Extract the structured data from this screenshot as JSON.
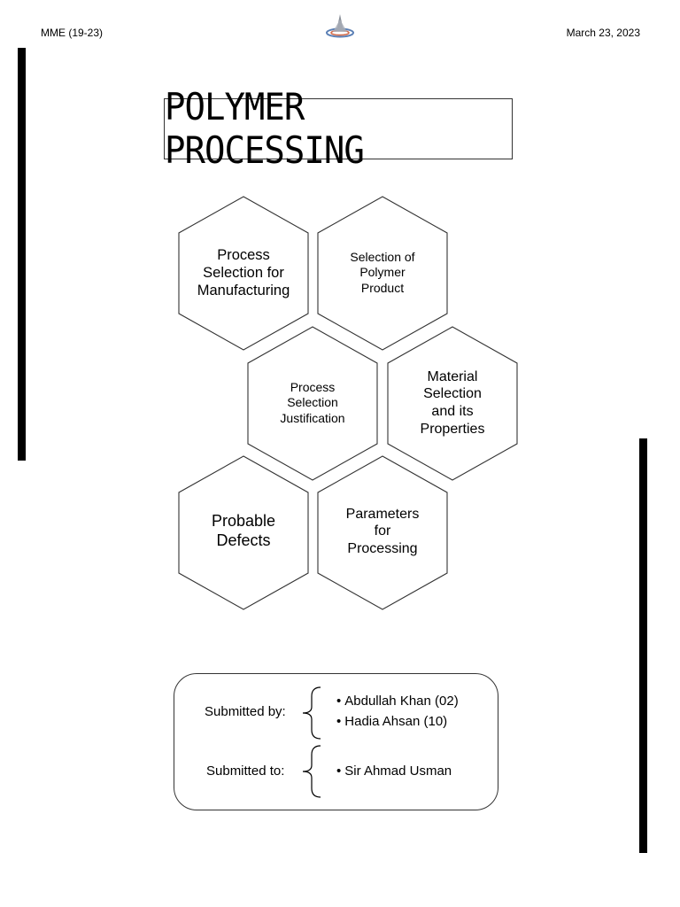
{
  "header": {
    "left": "MME (19-23)",
    "right": "March 23, 2023",
    "logo_icon": "university-emblem-icon"
  },
  "title": "POLYMER PROCESSING",
  "hexagons": [
    {
      "id": "process-selection-manufacturing",
      "label": "Process\nSelection for\nManufacturing"
    },
    {
      "id": "selection-polymer-product",
      "label": "Selection of\nPolymer\nProduct"
    },
    {
      "id": "process-selection-justification",
      "label": "Process\nSelection\nJustification"
    },
    {
      "id": "material-selection-properties",
      "label": "Material\nSelection\nand its\nProperties"
    },
    {
      "id": "probable-defects",
      "label": "Probable\nDefects"
    },
    {
      "id": "parameters-processing",
      "label": "Parameters\nfor\nProcessing"
    }
  ],
  "submission": {
    "by_label": "Submitted by:",
    "by_names": [
      "Abdullah Khan (02)",
      "Hadia Ahsan (10)"
    ],
    "to_label": "Submitted to:",
    "to_names": [
      "Sir Ahmad Usman"
    ]
  },
  "colors": {
    "ink": "#000000",
    "outline": "#333333"
  }
}
